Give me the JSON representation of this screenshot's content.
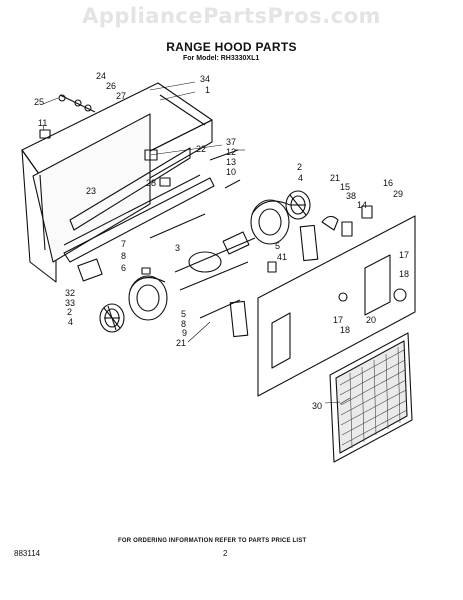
{
  "watermark": "AppliancePartsPros.com",
  "title": "RANGE HOOD PARTS",
  "model_line": "For Model: RH3330XL1",
  "footer": "FOR ORDERING INFORMATION REFER TO PARTS PRICE LIST",
  "doc_code": "883114",
  "page_number": "2",
  "callouts": [
    "24",
    "26",
    "27",
    "25",
    "11",
    "34",
    "1",
    "37",
    "12",
    "13",
    "10",
    "22",
    "28",
    "23",
    "2",
    "4",
    "21",
    "15",
    "38",
    "14",
    "16",
    "29",
    "7",
    "8",
    "6",
    "3",
    "5",
    "41",
    "32",
    "33",
    "2",
    "4",
    "5",
    "8",
    "9",
    "21",
    "17",
    "18",
    "17",
    "18",
    "20",
    "30"
  ]
}
